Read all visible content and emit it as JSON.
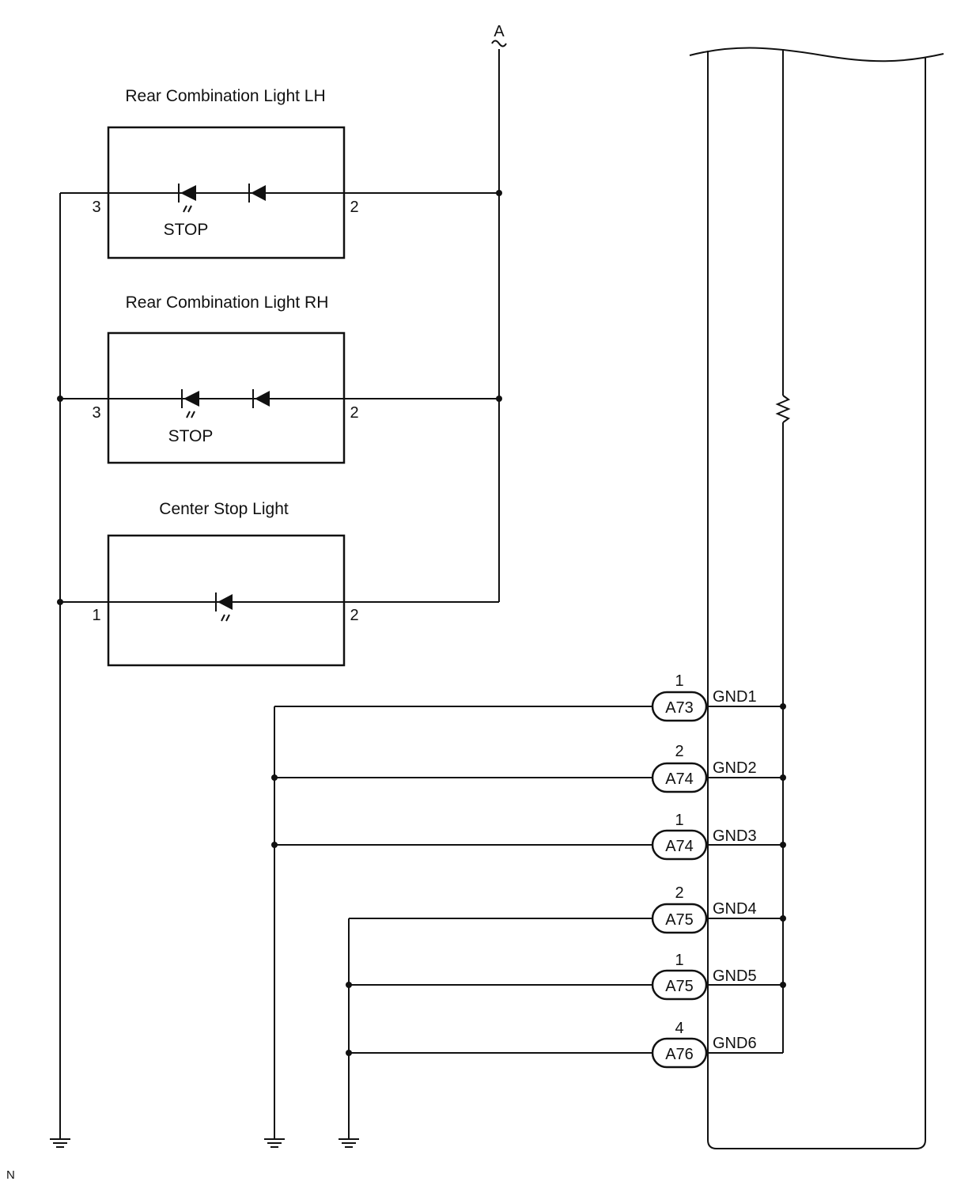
{
  "signal": {
    "label": "A"
  },
  "components": {
    "rear_lh": {
      "title": "Rear Combination Light LH",
      "pin_left": "3",
      "pin_right": "2",
      "led_label": "STOP"
    },
    "rear_rh": {
      "title": "Rear Combination Light RH",
      "pin_left": "3",
      "pin_right": "2",
      "led_label": "STOP"
    },
    "center": {
      "title": "Center Stop Light",
      "pin_left": "1",
      "pin_right": "2"
    }
  },
  "grounds": [
    {
      "pin": "1",
      "connector": "A73",
      "terminal": "GND1"
    },
    {
      "pin": "2",
      "connector": "A74",
      "terminal": "GND2"
    },
    {
      "pin": "1",
      "connector": "A74",
      "terminal": "GND3"
    },
    {
      "pin": "2",
      "connector": "A75",
      "terminal": "GND4"
    },
    {
      "pin": "1",
      "connector": "A75",
      "terminal": "GND5"
    },
    {
      "pin": "4",
      "connector": "A76",
      "terminal": "GND6"
    }
  ],
  "footer": {
    "code": "N"
  }
}
